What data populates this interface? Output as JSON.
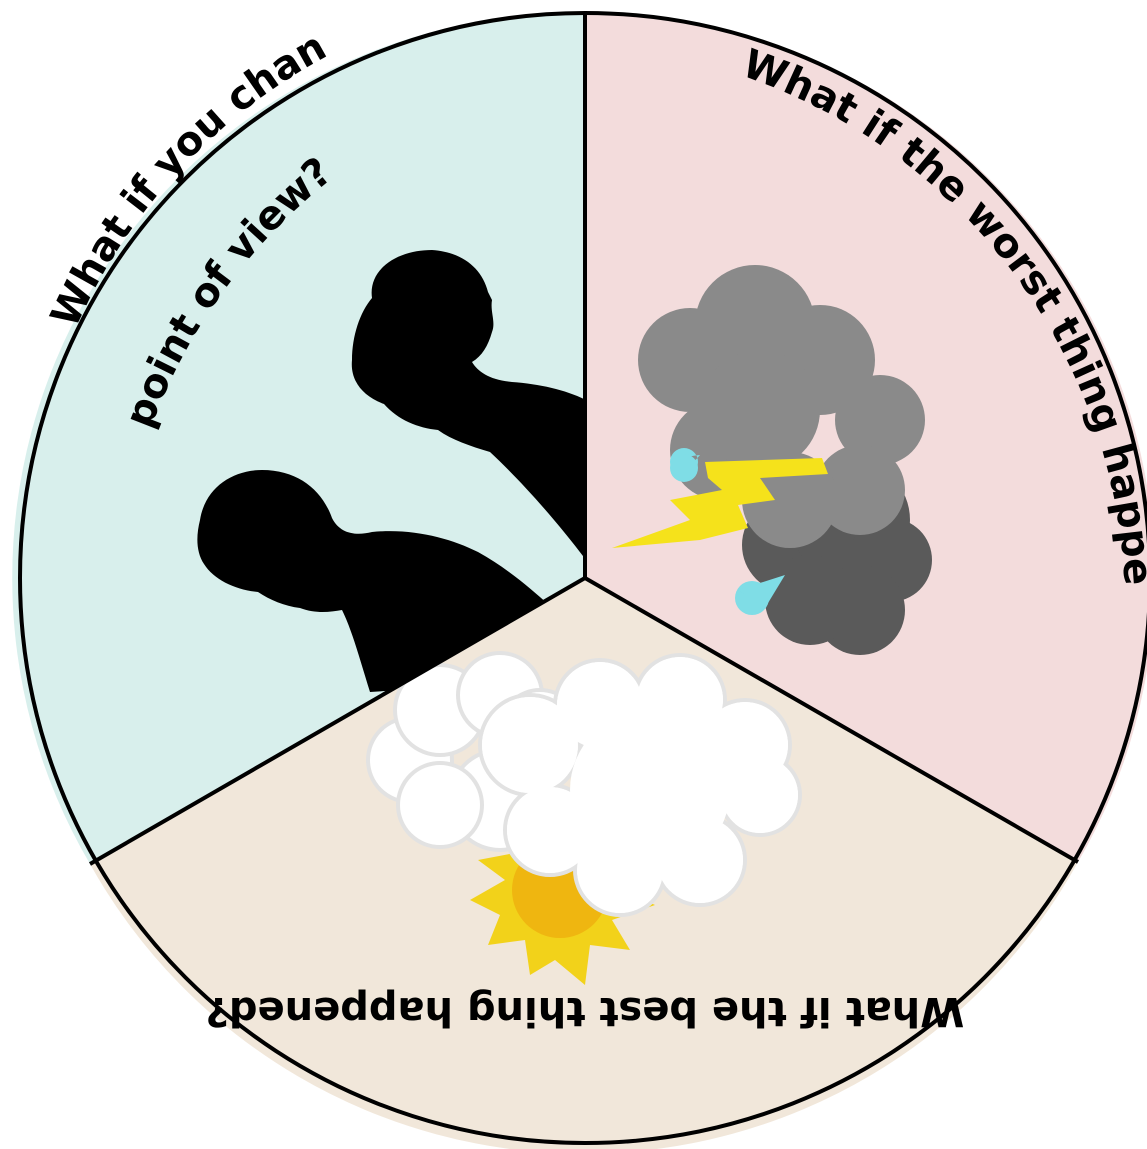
{
  "sectors": [
    {
      "id": "point-of-view",
      "label_line1": "What if you changed the",
      "label_line2": "point of view?",
      "color": "#d8efec",
      "illustration": "silhouettes-back-to-back"
    },
    {
      "id": "worst",
      "label": "What if the worst thing happened?",
      "color": "#f3dcdc",
      "illustration": "storm-cloud-lightning"
    },
    {
      "id": "best",
      "label": "What if the best thing happened?",
      "color": "#f1e7da",
      "illustration": "sun-behind-clouds"
    }
  ],
  "colors": {
    "outline": "#000000",
    "storm_cloud_light": "#8a8a8a",
    "storm_cloud_dark": "#5a5a5a",
    "lightning": "#f5e21b",
    "raindrop": "#7fdde6",
    "sun": "#f2d21a",
    "sun_core": "#efb610",
    "cloud_white": "#ffffff",
    "silhouette": "#000000"
  }
}
